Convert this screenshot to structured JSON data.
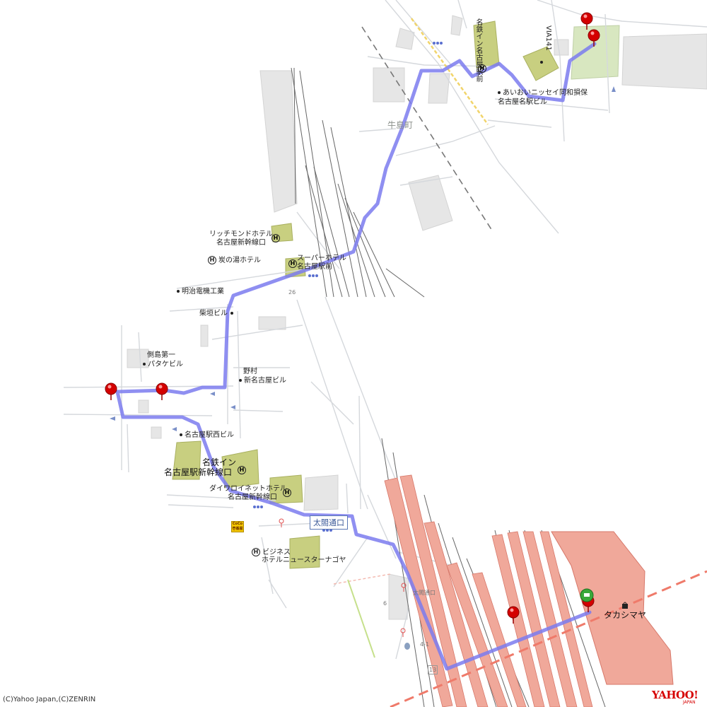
{
  "map": {
    "area_names": {
      "ushijima": "牛島町"
    },
    "labels": {
      "meitetsu_inn_nagoya_ekimae": "名鉄イン名古屋駅前",
      "via141": "VIA141",
      "aioi_nissay": "あいおいニッセイ同和損保",
      "aioi_nissay_2": "名古屋名駅ビル",
      "richmond_1": "リッチモンドホテル",
      "richmond_2": "名古屋新幹線口",
      "sumino_yu": "炭の湯ホテル",
      "super_hotel_1": "スーパーホテル",
      "super_hotel_2": "名古屋駅前",
      "meiji_denki": "明治電機工業",
      "shibagaki": "柴垣ビル",
      "sokujima_1": "側島第一",
      "sokujima_2": "パタケビル",
      "nomura_1": "野村",
      "nomura_2": "新名古屋ビル",
      "nagoya_nishi": "名古屋駅西ビル",
      "meitetsu_shinkansen_1": "名鉄イン",
      "meitetsu_shinkansen_2": "名古屋駅新幹線口",
      "daiwa_1": "ダイワロイネットホテル",
      "daiwa_2": "名古屋新幹線口",
      "business_1": "ビジネス",
      "business_2": "ホテルニュースターナゴヤ",
      "takashimaya": "タカシマヤ",
      "taikodori_small": "太閤通口",
      "road_26": "26",
      "road_6": "6",
      "road_13": "13",
      "road_4_1": "4-1"
    },
    "station_box": "太閤通口",
    "cocoichi": "CoCo 壱番屋",
    "copyright": "(C)Yahoo Japan,(C)ZENRIN",
    "logo": "YAHOO!",
    "logo_sub": "JAPAN"
  },
  "colors": {
    "route": "#7b7bee",
    "pin": "#d40000",
    "rail_fill": "#f0a89a",
    "building_green": "#c8cf80",
    "park_green": "#d8e7c0",
    "road": "#cfd3d6",
    "dashed_line": "#ef7a6a"
  },
  "icons": [
    "hotel-icon",
    "pin-icon",
    "shopping-bag-icon",
    "bus-stop-icon",
    "station-green-icon"
  ]
}
